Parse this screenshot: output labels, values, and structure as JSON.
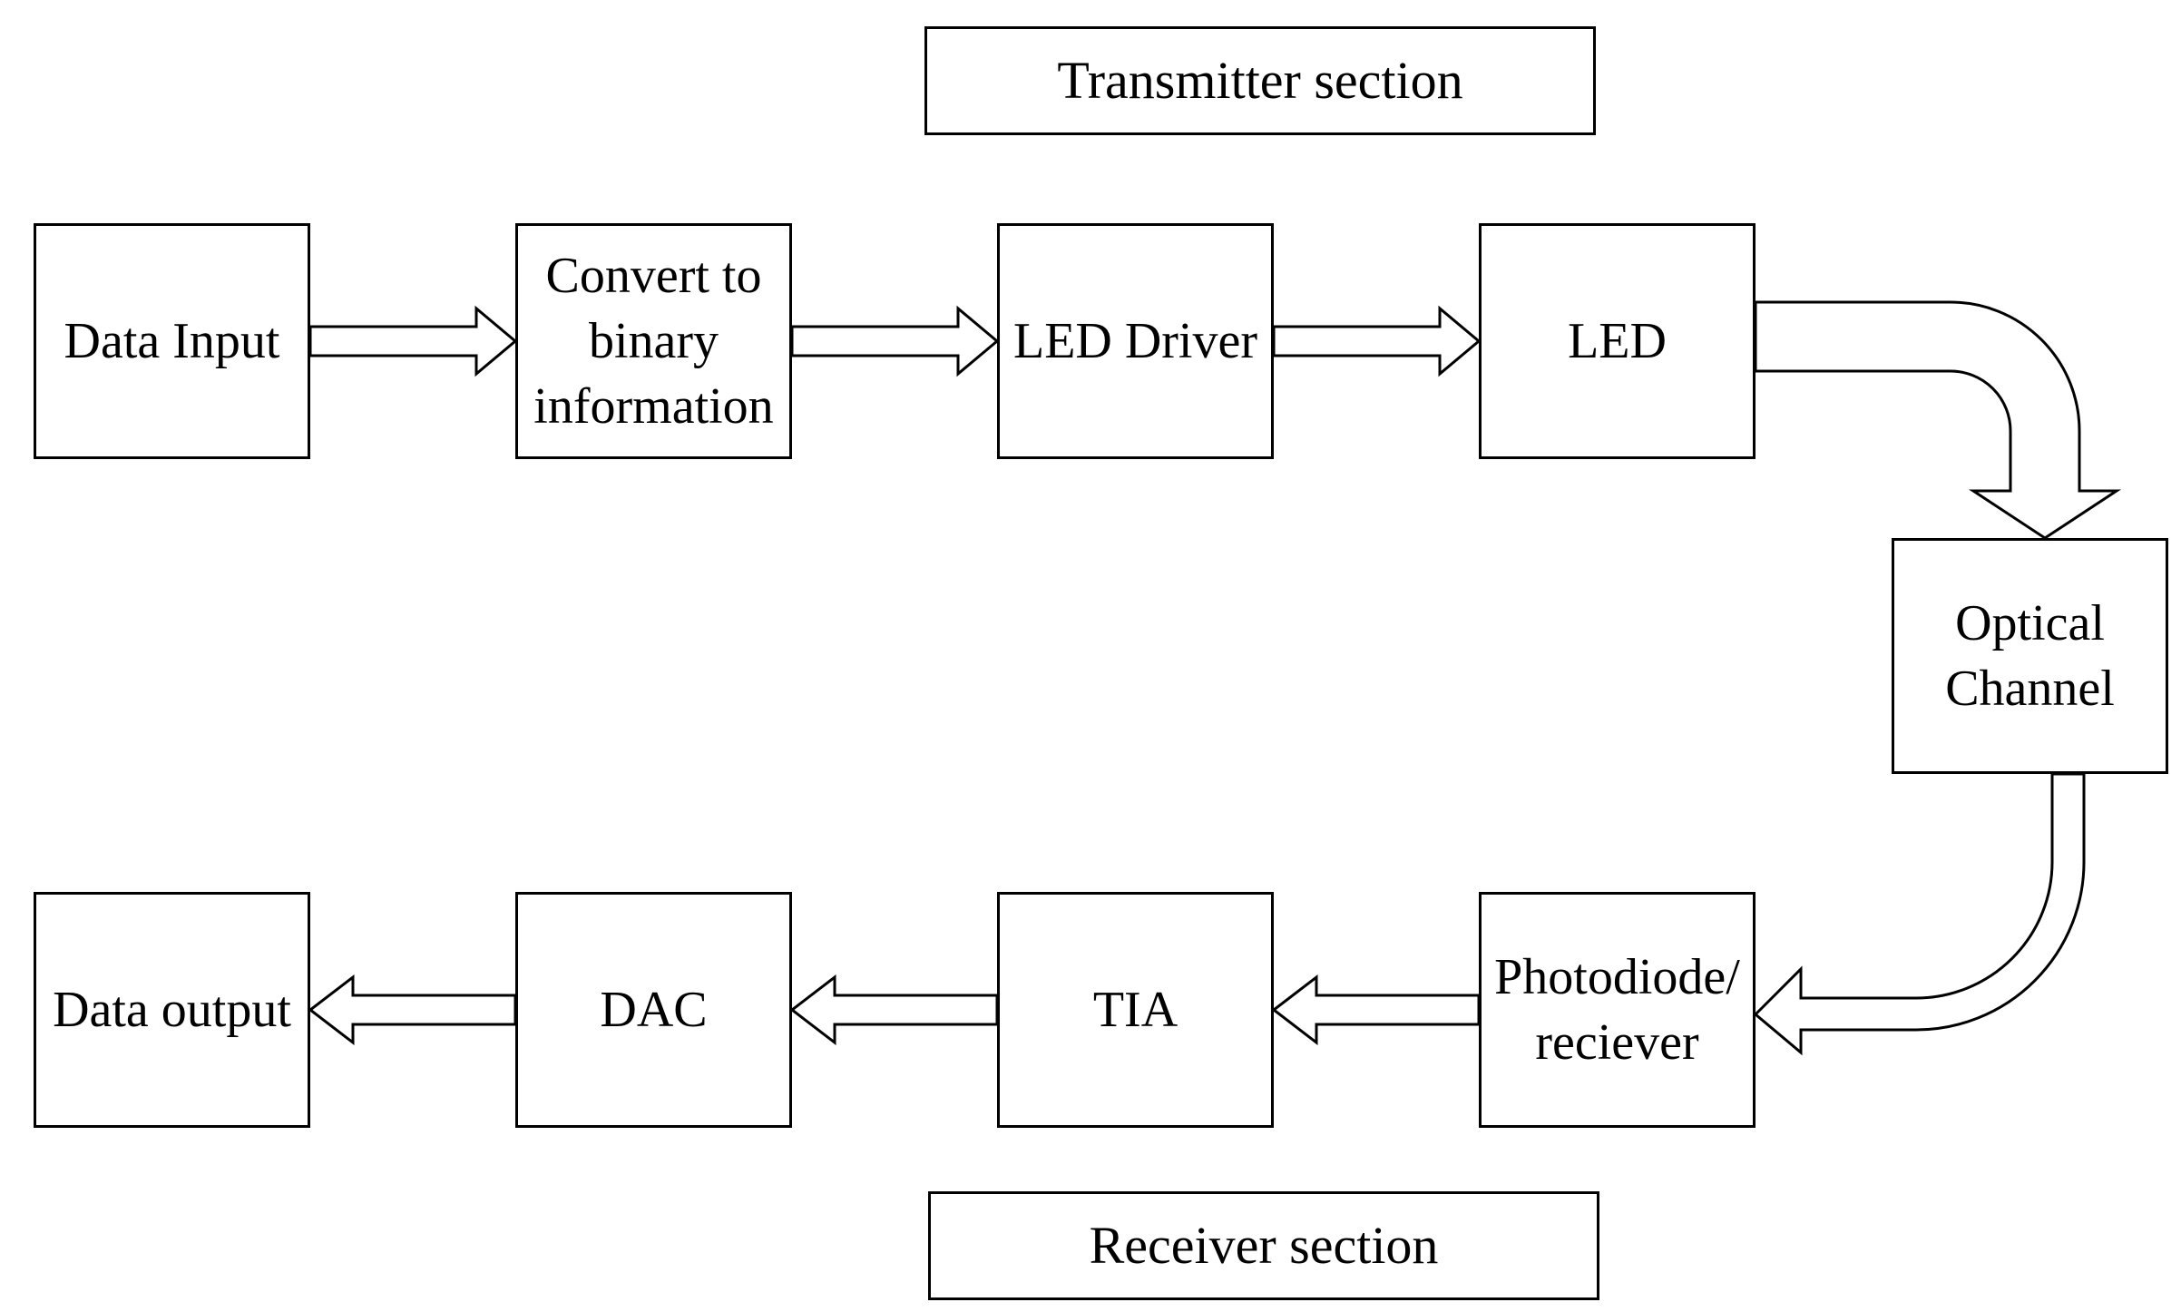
{
  "sections": {
    "transmitter": "Transmitter section",
    "receiver": "Receiver section"
  },
  "blocks": {
    "data_input": "Data Input",
    "convert": "Convert to\nbinary\ninformation",
    "led_driver": "LED Driver",
    "led": "LED",
    "optical_channel": "Optical\nChannel",
    "photodiode": "Photodiode/\nreciever",
    "tia": "TIA",
    "dac": "DAC",
    "data_output": "Data output"
  }
}
